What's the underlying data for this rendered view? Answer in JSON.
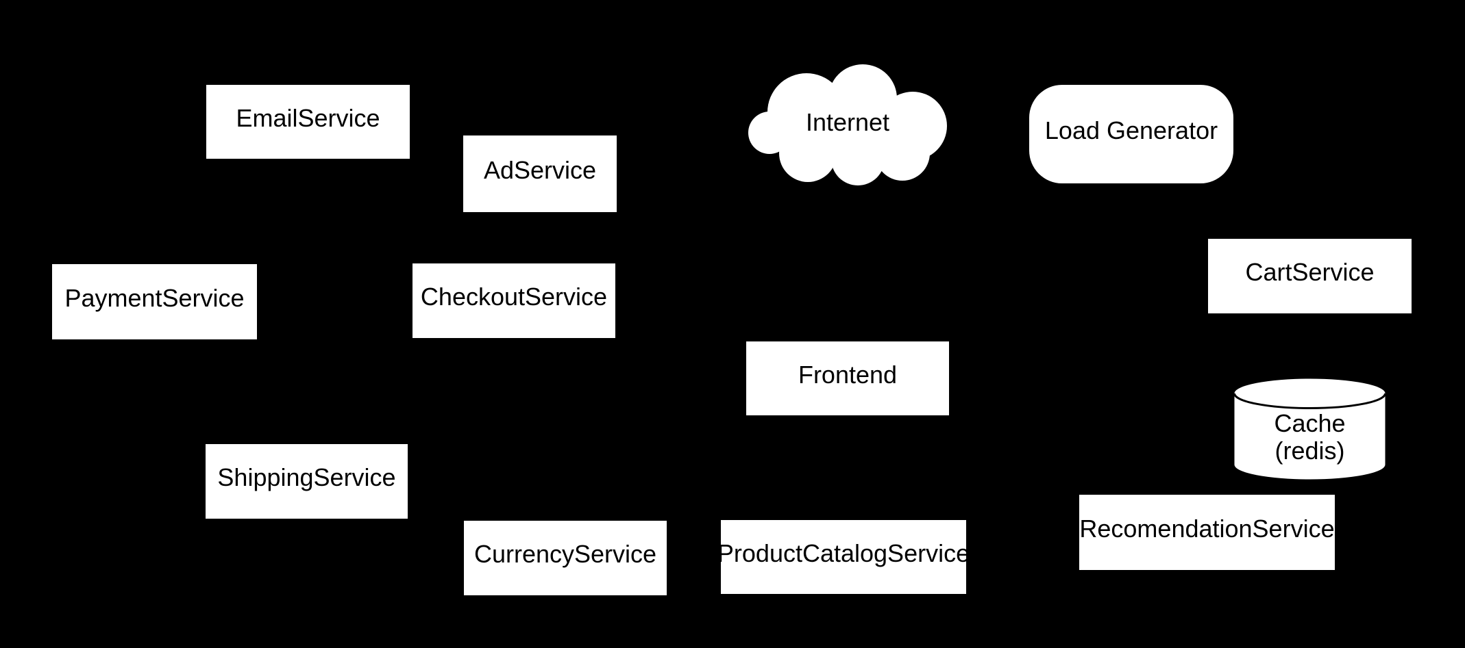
{
  "diagram": {
    "background_color": "#000000",
    "node_fill_color": "#ffffff",
    "node_text_color": "#000000",
    "nodes": {
      "email_service": {
        "label": "EmailService",
        "shape": "box"
      },
      "ad_service": {
        "label": "AdService",
        "shape": "box"
      },
      "internet": {
        "label": "Internet",
        "shape": "cloud"
      },
      "load_generator": {
        "label": "Load Generator",
        "shape": "stadium"
      },
      "payment_service": {
        "label": "PaymentService",
        "shape": "box"
      },
      "checkout_service": {
        "label": "CheckoutService",
        "shape": "box"
      },
      "cart_service": {
        "label": "CartService",
        "shape": "box"
      },
      "frontend": {
        "label": "Frontend",
        "shape": "box"
      },
      "cache_redis": {
        "label": "Cache\n(redis)",
        "shape": "cylinder"
      },
      "shipping_service": {
        "label": "ShippingService",
        "shape": "box"
      },
      "currency_service": {
        "label": "CurrencyService",
        "shape": "box"
      },
      "product_catalog_service": {
        "label": "ProductCatalogService",
        "shape": "box"
      },
      "recommendation_service": {
        "label": "RecomendationService",
        "shape": "box"
      }
    }
  }
}
